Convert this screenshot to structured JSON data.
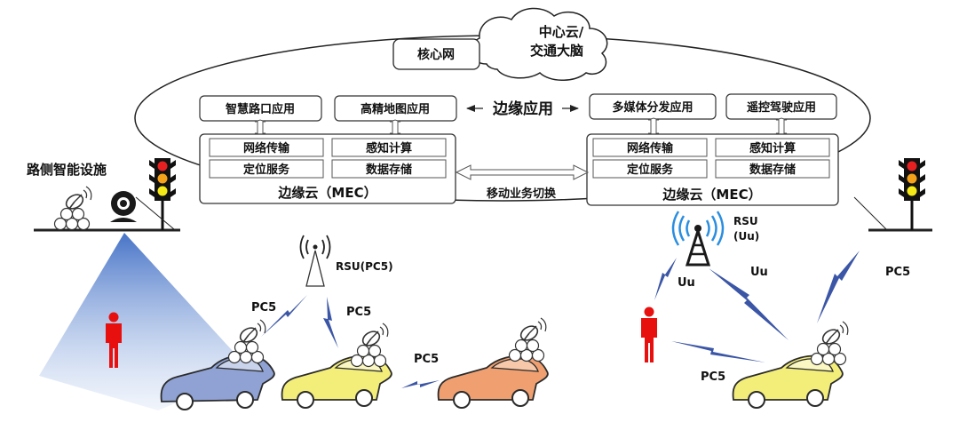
{
  "cloud": {
    "line1": "中心云/",
    "line2": "交通大脑"
  },
  "core_network": "核心网",
  "edge_apps": {
    "title": "边缘应用",
    "left": [
      "智慧路口应用",
      "高精地图应用"
    ],
    "right": [
      "多媒体分发应用",
      "遥控驾驶应用"
    ]
  },
  "mec_left": {
    "modules": [
      "网络传输",
      "感知计算",
      "定位服务",
      "数据存储"
    ],
    "title": "边缘云（MEC）"
  },
  "mec_right": {
    "modules": [
      "网络传输",
      "感知计算",
      "定位服务",
      "数据存储"
    ],
    "title": "边缘云（MEC）"
  },
  "handover": "移动业务切换",
  "roadside": "路侧智能设施",
  "rsu_pc5": "RSU(PC5)",
  "rsu_uu": {
    "line1": "RSU",
    "line2": "(Uu)"
  },
  "links": {
    "pc5": "PC5",
    "uu": "Uu"
  },
  "colors": {
    "car_blue": "#8fa2d3",
    "car_yellow": "#f3ee7a",
    "car_orange": "#f0a070",
    "signal": "#3b56a6",
    "rsu_blue": "#2a8ee0",
    "person": "#e8100f",
    "light_red": "#e62020",
    "light_amber": "#f3a21a",
    "light_yellow": "#f5ea18"
  }
}
